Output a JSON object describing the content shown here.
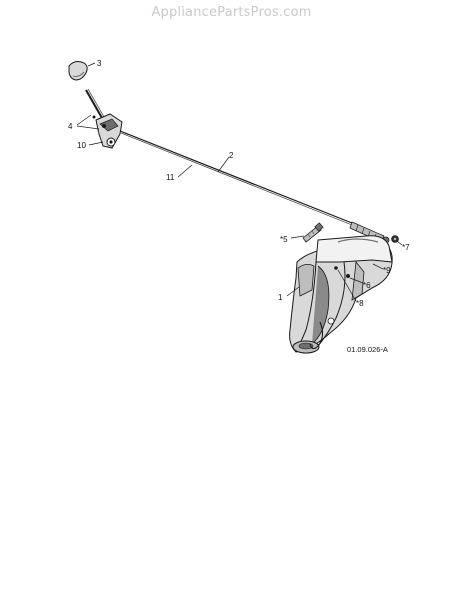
{
  "watermark": "AppliancePartsPros.com",
  "diagram": {
    "code": "01.09.026-A",
    "callouts": [
      "3",
      "4",
      "10",
      "2",
      "11",
      "*5",
      "*7",
      "*9",
      "*6",
      "*8",
      "1"
    ]
  },
  "colors": {
    "line": "#1a1a1a",
    "part_fill": "#d9d9d9",
    "part_dark": "#6e6e6e",
    "watermark": "#c9c9c9"
  }
}
